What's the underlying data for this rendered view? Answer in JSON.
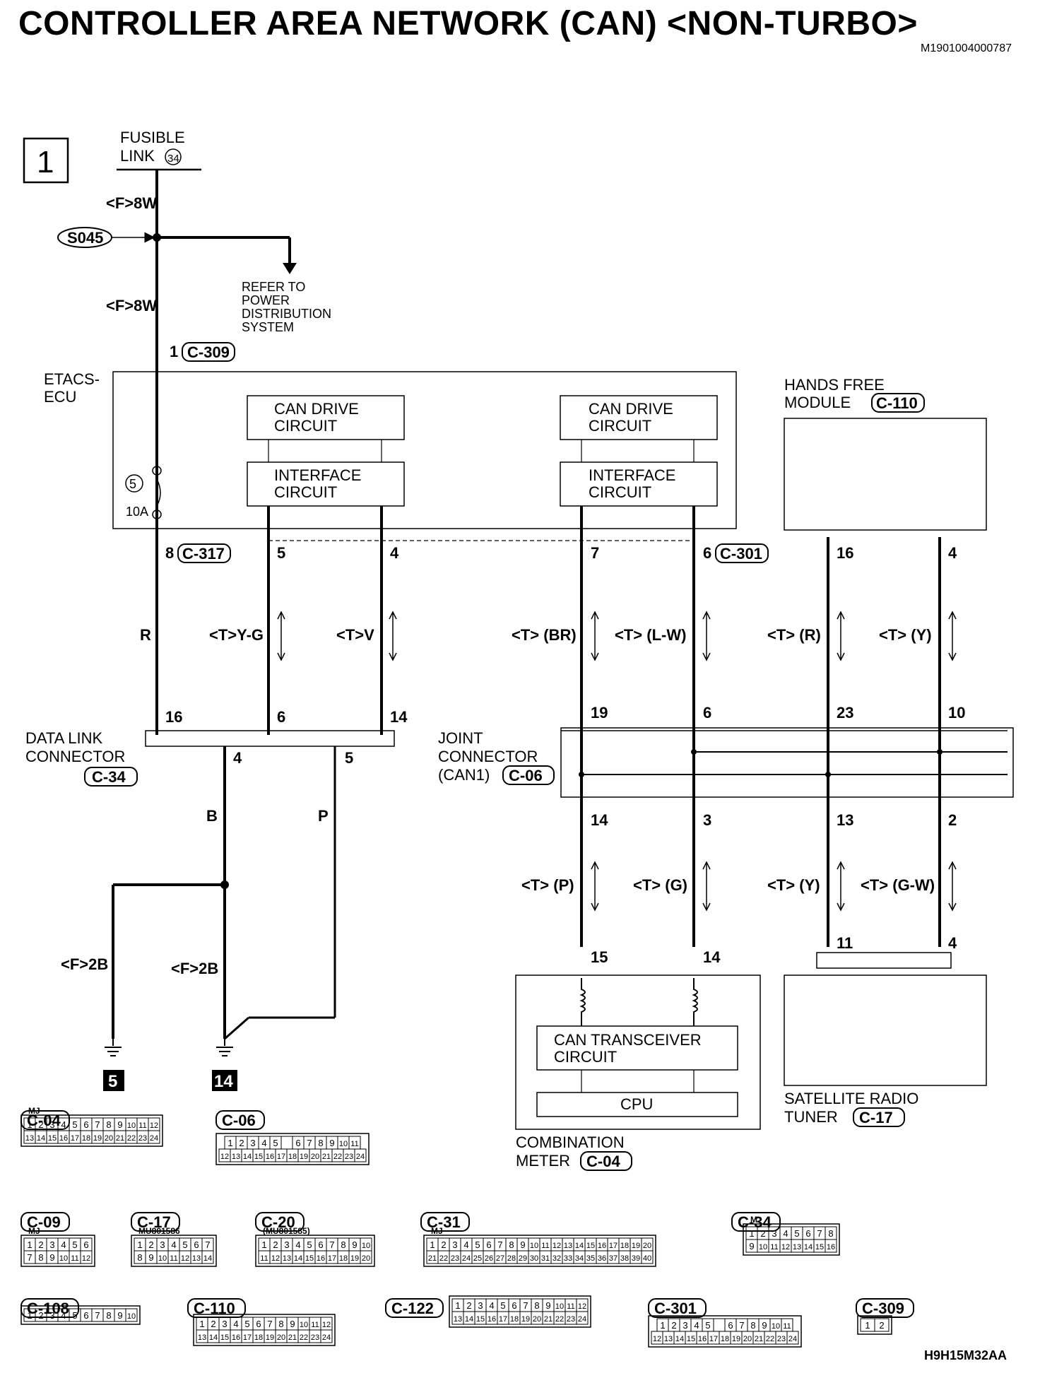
{
  "title": "CONTROLLER AREA NETWORK (CAN) <NON-TURBO>",
  "doc_number": "M1901004000787",
  "figure_code": "H9H15M32AA",
  "page_marker": "1",
  "fusible_link": {
    "line1": "FUSIBLE",
    "line2": "LINK",
    "number": "34"
  },
  "splice": "S045",
  "refer_note": [
    "REFER TO",
    "POWER",
    "DISTRIBUTION",
    "SYSTEM"
  ],
  "wire_labels": {
    "f8w_top": "<F>8W",
    "f8w_mid": "<F>8W",
    "r": "R",
    "y_g": "<T>Y-G",
    "v": "<T>V",
    "br": "<T> (BR)",
    "l_w": "<T> (L-W)",
    "r_hf": "<T> (R)",
    "y_hf": "<T> (Y)",
    "b": "B",
    "p": "P",
    "f2b_left": "<F>2B",
    "f2b_right": "<F>2B",
    "p_meter": "<T> (P)",
    "g_meter": "<T> (G)",
    "y_sat": "<T> (Y)",
    "g_w_sat": "<T> (G-W)"
  },
  "etacs": {
    "label1": "ETACS-",
    "label2": "ECU",
    "fuse_num": "5",
    "fuse_rating": "10A"
  },
  "circuits": {
    "can_drive_1": "CAN DRIVE",
    "can_drive_2": "CIRCUIT",
    "interface_1": "INTERFACE",
    "interface_2": "CIRCUIT",
    "can_transceiver_1": "CAN TRANSCEIVER",
    "can_transceiver_2": "CIRCUIT",
    "cpu": "CPU"
  },
  "hands_free": {
    "line1": "HANDS FREE",
    "line2": "MODULE",
    "connector": "C-110"
  },
  "data_link": {
    "line1": "DATA LINK",
    "line2": "CONNECTOR",
    "connector": "C-34"
  },
  "joint": {
    "line1": "JOINT",
    "line2": "CONNECTOR",
    "line3": "(CAN1)",
    "connector": "C-06"
  },
  "combination_meter": {
    "line1": "COMBINATION",
    "line2": "METER",
    "connector": "C-04"
  },
  "satellite": {
    "line1": "SATELLITE RADIO",
    "line2": "TUNER",
    "connector": "C-17"
  },
  "connectors": {
    "c309": "C-309",
    "c317": "C-317",
    "c301": "C-301"
  },
  "pins": {
    "c309_1": "1",
    "c317_8": "8",
    "etacs_5": "5",
    "etacs_4": "4",
    "etacs_7": "7",
    "c301_6": "6",
    "hf_16": "16",
    "hf_4": "4",
    "dl_16": "16",
    "dl_6": "6",
    "dl_14": "14",
    "dl_4": "4",
    "dl_5": "5",
    "jc_19": "19",
    "jc_6": "6",
    "jc_23": "23",
    "jc_10": "10",
    "jc_14": "14",
    "jc_3": "3",
    "jc_13": "13",
    "jc_2": "2",
    "cm_15": "15",
    "cm_14": "14",
    "sat_11": "11",
    "sat_4": "4"
  },
  "grounds": {
    "left": "5",
    "right": "14"
  },
  "connector_views": [
    {
      "id": "C-04",
      "note": "MJ",
      "rows": [
        [
          "1",
          "2",
          "3",
          "4",
          "5",
          "6",
          "7",
          "8",
          "9",
          "10",
          "11",
          "12"
        ],
        [
          "13",
          "14",
          "15",
          "16",
          "17",
          "18",
          "19",
          "20",
          "21",
          "22",
          "23",
          "24"
        ]
      ]
    },
    {
      "id": "C-06",
      "note": "",
      "rows": [
        [
          "1",
          "2",
          "3",
          "4",
          "5",
          "",
          "6",
          "7",
          "8",
          "9",
          "10",
          "11"
        ],
        [
          "12",
          "13",
          "14",
          "15",
          "16",
          "17",
          "18",
          "19",
          "20",
          "21",
          "22",
          "23",
          "24"
        ]
      ]
    },
    {
      "id": "C-09",
      "note": "MJ",
      "rows": [
        [
          "1",
          "2",
          "3",
          "4",
          "5",
          "6"
        ],
        [
          "7",
          "8",
          "9",
          "10",
          "11",
          "12"
        ]
      ]
    },
    {
      "id": "C-17",
      "note": "MU801586",
      "rows": [
        [
          "1",
          "2",
          "3",
          "4",
          "5",
          "6",
          "7"
        ],
        [
          "8",
          "9",
          "10",
          "11",
          "12",
          "13",
          "14"
        ]
      ]
    },
    {
      "id": "C-20",
      "note": "(MU801585)",
      "rows": [
        [
          "1",
          "2",
          "3",
          "4",
          "5",
          "6",
          "7",
          "8",
          "9",
          "10"
        ],
        [
          "11",
          "12",
          "13",
          "14",
          "15",
          "16",
          "17",
          "18",
          "19",
          "20"
        ]
      ]
    },
    {
      "id": "C-31",
      "note": "MJ",
      "rows": [
        [
          "1",
          "2",
          "3",
          "4",
          "5",
          "6",
          "7",
          "8",
          "9",
          "10",
          "11",
          "12",
          "13",
          "14",
          "15",
          "16",
          "17",
          "18",
          "19",
          "20"
        ],
        [
          "21",
          "22",
          "23",
          "24",
          "25",
          "26",
          "27",
          "28",
          "29",
          "30",
          "31",
          "32",
          "33",
          "34",
          "35",
          "36",
          "37",
          "38",
          "39",
          "40"
        ]
      ]
    },
    {
      "id": "C-34",
      "note": "M",
      "rows": [
        [
          "1",
          "2",
          "3",
          "4",
          "5",
          "6",
          "7",
          "8"
        ],
        [
          "9",
          "10",
          "11",
          "12",
          "13",
          "14",
          "15",
          "16"
        ]
      ]
    },
    {
      "id": "C-108",
      "note": "",
      "rows": [
        [
          "1",
          "2",
          "3",
          "4",
          "5",
          "6",
          "7",
          "8",
          "9",
          "10"
        ]
      ]
    },
    {
      "id": "C-110",
      "note": "",
      "rows": [
        [
          "1",
          "2",
          "3",
          "4",
          "5",
          "6",
          "7",
          "8",
          "9",
          "10",
          "11",
          "12"
        ],
        [
          "13",
          "14",
          "15",
          "16",
          "17",
          "18",
          "19",
          "20",
          "21",
          "22",
          "23",
          "24"
        ]
      ]
    },
    {
      "id": "C-122",
      "note": "",
      "rows": [
        [
          "1",
          "2",
          "3",
          "4",
          "5",
          "6",
          "7",
          "8",
          "9",
          "10",
          "11",
          "12"
        ],
        [
          "13",
          "14",
          "15",
          "16",
          "17",
          "18",
          "19",
          "20",
          "21",
          "22",
          "23",
          "24"
        ]
      ]
    },
    {
      "id": "C-301",
      "note": "",
      "rows": [
        [
          "1",
          "2",
          "3",
          "4",
          "5",
          "",
          "6",
          "7",
          "8",
          "9",
          "10",
          "11"
        ],
        [
          "12",
          "13",
          "14",
          "15",
          "16",
          "17",
          "18",
          "19",
          "20",
          "21",
          "22",
          "23",
          "24"
        ]
      ]
    },
    {
      "id": "C-309",
      "note": "",
      "rows": [
        [
          "1",
          "2"
        ]
      ]
    }
  ]
}
